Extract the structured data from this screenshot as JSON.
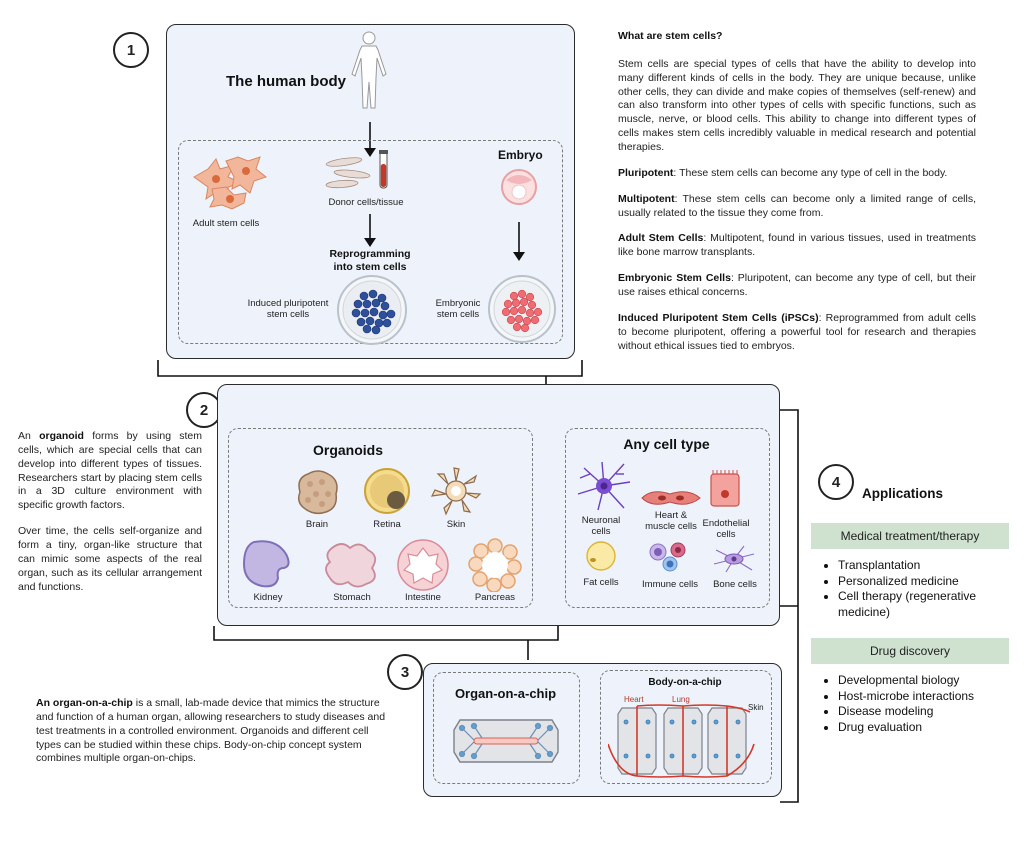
{
  "panel1": {
    "num": "1",
    "human_body": "The human body",
    "embryo": "Embryo",
    "adult_stem_cells": "Adult stem cells",
    "donor_cells": "Donor cells/tissue",
    "reprogramming_1": "Reprogramming",
    "reprogramming_2": "into stem cells",
    "ipsc_1": "Induced pluripotent",
    "ipsc_2": "stem cells",
    "esc_1": "Embryonic",
    "esc_2": "stem cells"
  },
  "stem_text": {
    "heading": "What are stem cells?",
    "intro": "Stem cells are special types of cells that have the ability to develop into many different kinds of cells in the body. They are unique because, unlike other cells, they can divide and make copies of themselves (self-renew) and can also transform into other types of cells with specific functions, such as muscle, nerve, or blood cells. This ability to change into different types of cells makes stem cells incredibly valuable in medical research and potential therapies.",
    "pluri_term": "Pluripotent",
    "pluri_def": ": These stem cells can become any type of cell in the body.",
    "multi_term": "Multipotent",
    "multi_def": ": These stem cells can become only a limited range of cells, usually related to the tissue they come from.",
    "adult_term": "Adult Stem Cells",
    "adult_def": ": Multipotent, found in various tissues, used in treatments like bone marrow transplants.",
    "emb_term": "Embryonic Stem Cells",
    "emb_def": ": Pluripotent, can become any type of cell, but their use raises ethical concerns.",
    "ipsc_term": "Induced Pluripotent Stem Cells (iPSCs)",
    "ipsc_def": ": Reprogrammed from adult cells to become pluripotent, offering a powerful tool for research and therapies without ethical issues tied to embryos."
  },
  "panel2": {
    "num": "2",
    "organoids_title": "Organoids",
    "anycell_title": "Any cell type",
    "brain": "Brain",
    "retina": "Retina",
    "skin": "Skin",
    "kidney": "Kidney",
    "stomach": "Stomach",
    "intestine": "Intestine",
    "pancreas": "Pancreas",
    "neuronal_1": "Neuronal",
    "neuronal_2": "cells",
    "heart_1": "Heart &",
    "heart_2": "muscle cells",
    "endo_1": "Endothelial",
    "endo_2": "cells",
    "fat": "Fat cells",
    "immune": "Immune cells",
    "bone": "Bone cells"
  },
  "organoid_text": {
    "p1_a": "An ",
    "p1_term": "organoid",
    "p1_b": " forms by using stem cells, which are special cells that can develop into different types of tissues. Researchers start by placing stem cells in a 3D culture environment with specific growth factors.",
    "p2": "Over time, the cells self-organize and form a tiny, organ-like structure that can mimic some aspects of the real organ, such as its cellular arrangement and functions."
  },
  "panel3": {
    "num": "3",
    "ooc_title": "Organ-on-a-chip",
    "boc_title": "Body-on-a-chip",
    "heart": "Heart",
    "lung": "Lung",
    "skin": "Skin"
  },
  "chip_text": {
    "term": "An organ-on-a-chip",
    "body": " is a small, lab-made device that mimics the structure and function of a human organ, allowing researchers to study diseases and test treatments in a controlled environment. Organoids and different cell types can be studied within these chips. Body-on-chip concept system combines multiple organ-on-chips."
  },
  "applications": {
    "num": "4",
    "title": "Applications",
    "medical": "Medical treatment/therapy",
    "medical_items": [
      "Transplantation",
      "Personalized medicine",
      "Cell therapy (regenerative medicine)"
    ],
    "drug": "Drug discovery",
    "drug_items": [
      "Developmental biology",
      "Host-microbe interactions",
      "Disease modeling",
      "Drug evaluation"
    ]
  }
}
